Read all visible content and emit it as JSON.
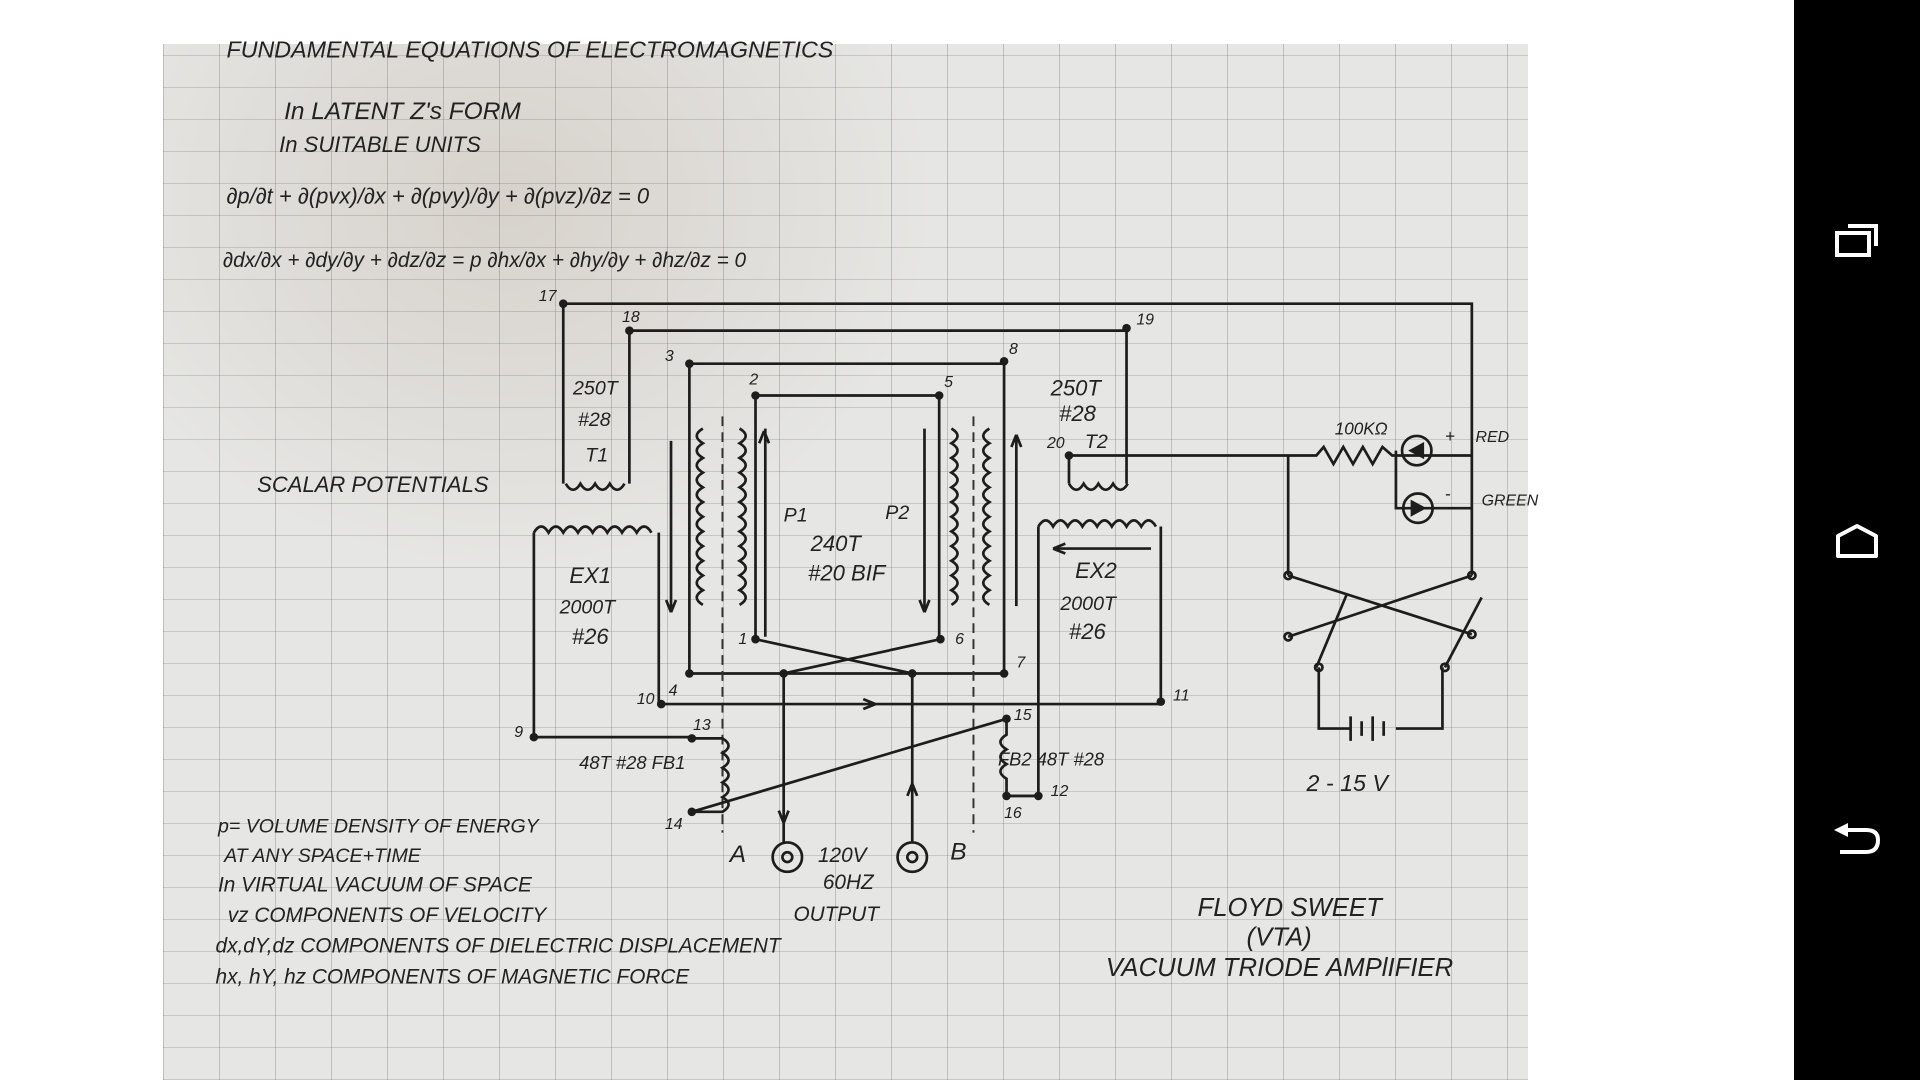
{
  "document": {
    "title": "FUNDAMENTAL EQUATIONS OF ELECTROMAGNETICS",
    "subtitle1": "In LATENT Z's FORM",
    "subtitle2": "In SUITABLE UNITS",
    "equation1": "∂p/∂t + ∂(pvx)/∂x + ∂(pvy)/∂y + ∂(pvz)/∂z = 0",
    "equation2": "∂dx/∂x + ∂dy/∂y + ∂dz/∂z = p    ∂hx/∂x + ∂hy/∂y + ∂hz/∂z = 0",
    "scalar_label": "SCALAR POTENTIALS",
    "legend": [
      "p= VOLUME DENSITY OF ENERGY",
      "AT ANY SPACE+TIME",
      "In VIRTUAL VACUUM OF SPACE",
      "vz COMPONENTS OF VELOCITY",
      "dx,dY,dz COMPONENTS OF DIELECTRIC DISPLACEMENT",
      "hx, hY, hz COMPONENTS OF MAGNETIC FORCE"
    ],
    "author": "FLOYD SWEET",
    "abbrev": "(VTA)",
    "device": "VACUUM TRIODE AMPlIFIER"
  },
  "circuit": {
    "nodes": [
      "17",
      "18",
      "19",
      "3",
      "8",
      "2",
      "5",
      "20",
      "1",
      "6",
      "4",
      "7",
      "10",
      "11",
      "9",
      "13",
      "15",
      "14",
      "16",
      "12"
    ],
    "t1": [
      "250T",
      "#28",
      "T1"
    ],
    "t2": [
      "250T",
      "#28",
      "T2"
    ],
    "ex1": [
      "EX1",
      "2000T",
      "#26"
    ],
    "ex2": [
      "EX2",
      "2000T",
      "#26"
    ],
    "p1": "P1",
    "p2": "P2",
    "primary": [
      "240T",
      "#20 BIF"
    ],
    "fb1": "48T #28 FB1",
    "fb2": "FB2 48T #28",
    "resistor": "100KΩ",
    "plus": "+",
    "minus": "-",
    "red": "RED",
    "green": "GREEN",
    "battery": "2 - 15 V",
    "output_a": "A",
    "output_b": "B",
    "output_v": "120V",
    "output_hz": "60HZ",
    "output_label": "OUTPUT"
  },
  "navbar": {
    "recents": "recents-icon",
    "home": "home-icon",
    "back": "back-icon"
  }
}
